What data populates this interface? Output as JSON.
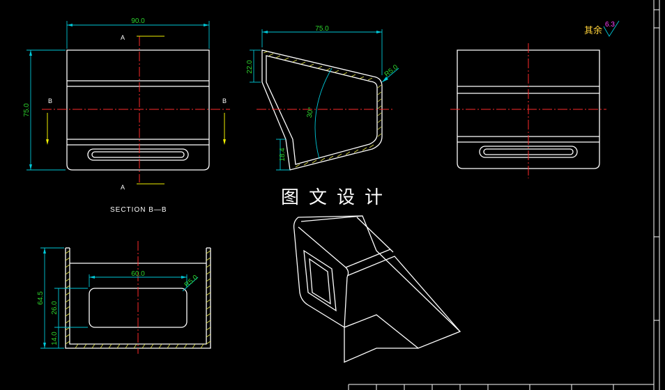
{
  "watermark": "图文设计",
  "roughness": {
    "label": "其余",
    "value": "6.3"
  },
  "section_title": "SECTION B—B",
  "section_marks": {
    "a_top": "A",
    "a_bottom": "A",
    "b_left": "B",
    "b_right": "B"
  },
  "front_view": {
    "dim_width": "90.0",
    "dim_height": "75.0"
  },
  "side_view": {
    "dim_width": "75.0",
    "dim_top": "22.0",
    "dim_bottom": "18.4",
    "dim_radius": "R5.0",
    "dim_angle": "30°"
  },
  "section_view": {
    "dim_height": "64.5",
    "dim_opening_height": "26.0",
    "dim_bottom": "14.0",
    "dim_opening_width": "60.0",
    "dim_radius": "R5.0"
  },
  "colors": {
    "geometry": "#ffffff",
    "dimension_line": "#00c8d8",
    "dimension_text": "#2dd52d",
    "centerline": "#ff2a2a",
    "hatch": "#e6e64a",
    "background": "#000000"
  }
}
